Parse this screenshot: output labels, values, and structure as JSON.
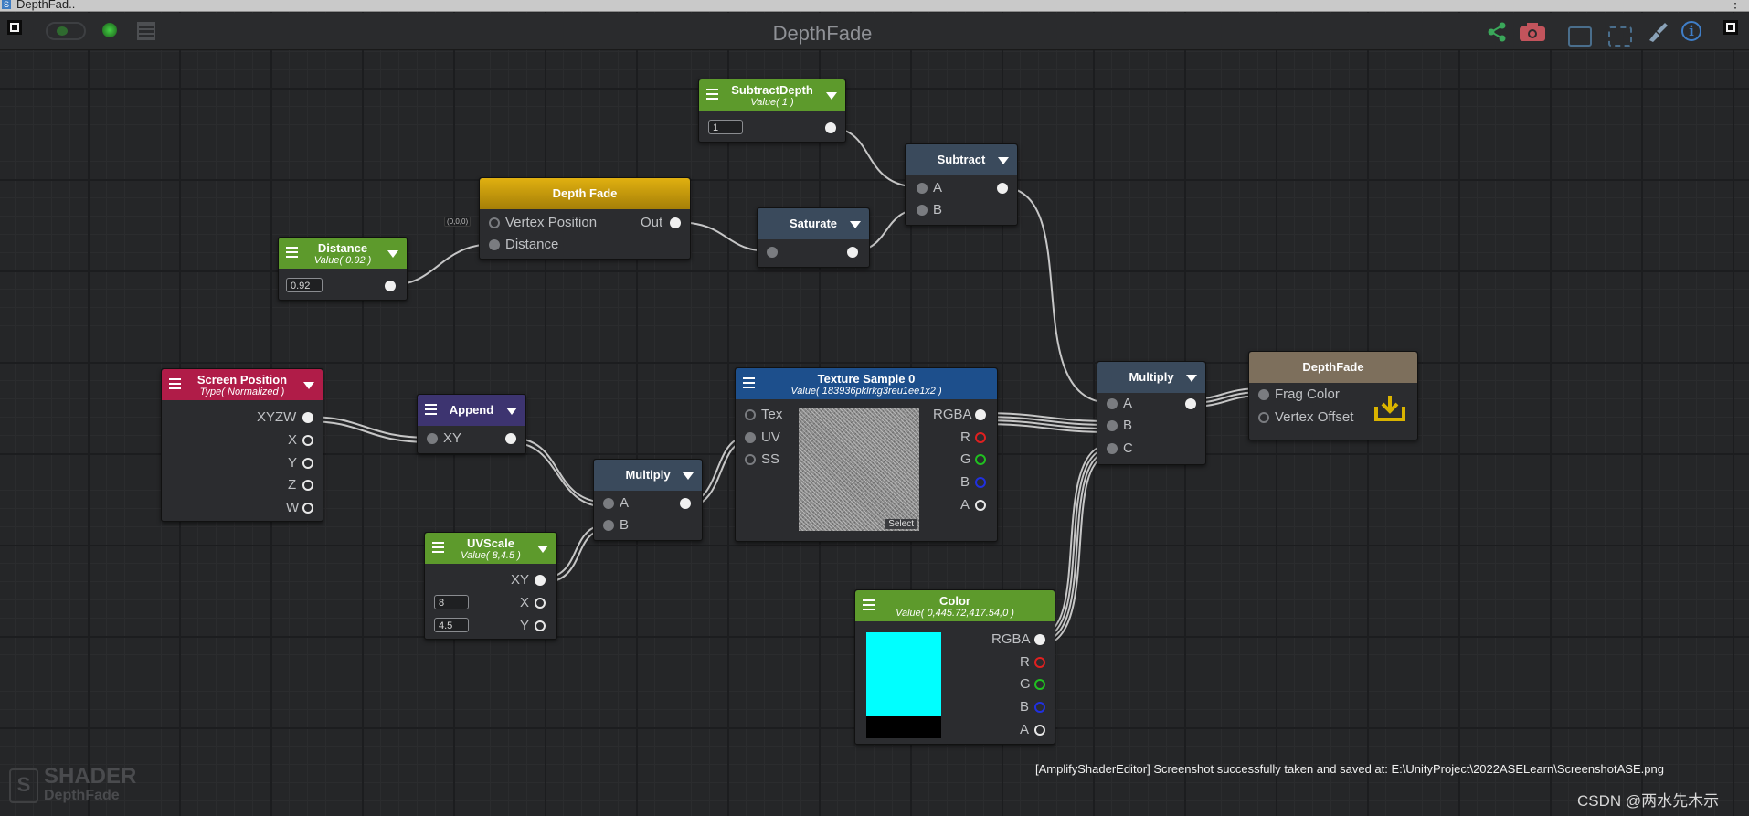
{
  "window": {
    "title": "DepthFad..",
    "menu_glyph": "⋮"
  },
  "toolbar": {
    "title": "DepthFade",
    "left_icons": [
      "live-mode-icon",
      "status-orb-icon",
      "clipboard-icon"
    ],
    "right_icons": [
      "share-icon",
      "camera-icon",
      "focus-selected-icon",
      "fit-view-icon",
      "cleanup-icon",
      "info-icon"
    ],
    "info_glyph": "i"
  },
  "nodes": {
    "subtract_depth": {
      "title": "SubtractDepth",
      "subtitle": "Value( 1 )",
      "field": "1",
      "color": "#5d9a2c"
    },
    "subtract": {
      "title": "Subtract",
      "inputs": [
        "A",
        "B"
      ],
      "color": "#3a4a5c"
    },
    "depth_fade": {
      "title": "Depth Fade",
      "inputs": [
        "Vertex Position",
        "Distance"
      ],
      "output": "Out",
      "badge": "(0,0,0)",
      "color": "#c49a0a"
    },
    "saturate": {
      "title": "Saturate",
      "color": "#3a4a5c"
    },
    "distance": {
      "title": "Distance",
      "subtitle": "Value( 0.92 )",
      "field": "0.92",
      "color": "#5d9a2c"
    },
    "screen_position": {
      "title": "Screen Position",
      "subtitle": "Type( Normalized )",
      "outputs": [
        "XYZW",
        "X",
        "Y",
        "Z",
        "W"
      ],
      "color": "#b01c48"
    },
    "append": {
      "title": "Append",
      "inputs": [
        "XY"
      ],
      "color": "#3d3470"
    },
    "multiply_left": {
      "title": "Multiply",
      "inputs": [
        "A",
        "B"
      ],
      "color": "#3a4a5c"
    },
    "uvscale": {
      "title": "UVScale",
      "subtitle": "Value( 8,4.5 )",
      "outputs": [
        "XY",
        "X",
        "Y"
      ],
      "fields": [
        "8",
        "4.5"
      ],
      "color": "#5d9a2c"
    },
    "texture_sample": {
      "title": "Texture Sample 0",
      "subtitle": "Value( 183936pklrkg3reu1ee1x2 )",
      "inputs": [
        "Tex",
        "UV",
        "SS"
      ],
      "outputs": [
        "RGBA",
        "R",
        "G",
        "B",
        "A"
      ],
      "select": "Select",
      "color": "#1d4f8c"
    },
    "multiply_right": {
      "title": "Multiply",
      "inputs": [
        "A",
        "B",
        "C"
      ],
      "color": "#3a4a5c"
    },
    "color": {
      "title": "Color",
      "subtitle": "Value( 0,445.72,417.54,0 )",
      "outputs": [
        "RGBA",
        "R",
        "G",
        "B",
        "A"
      ],
      "swatch": "#00ffff",
      "color": "#5d9a2c"
    },
    "output": {
      "title": "DepthFade",
      "inputs": [
        "Frag Color",
        "Vertex Offset"
      ],
      "color": "#7d6f5c"
    }
  },
  "shader_badge": {
    "line1": "SHADER",
    "line2": "DepthFade",
    "icon_letter": "S"
  },
  "status": "[AmplifyShaderEditor] Screenshot successfully taken and saved at: E:\\UnityProject\\2022ASELearn\\ScreenshotASE.png",
  "watermark": "CSDN @两水先木示"
}
